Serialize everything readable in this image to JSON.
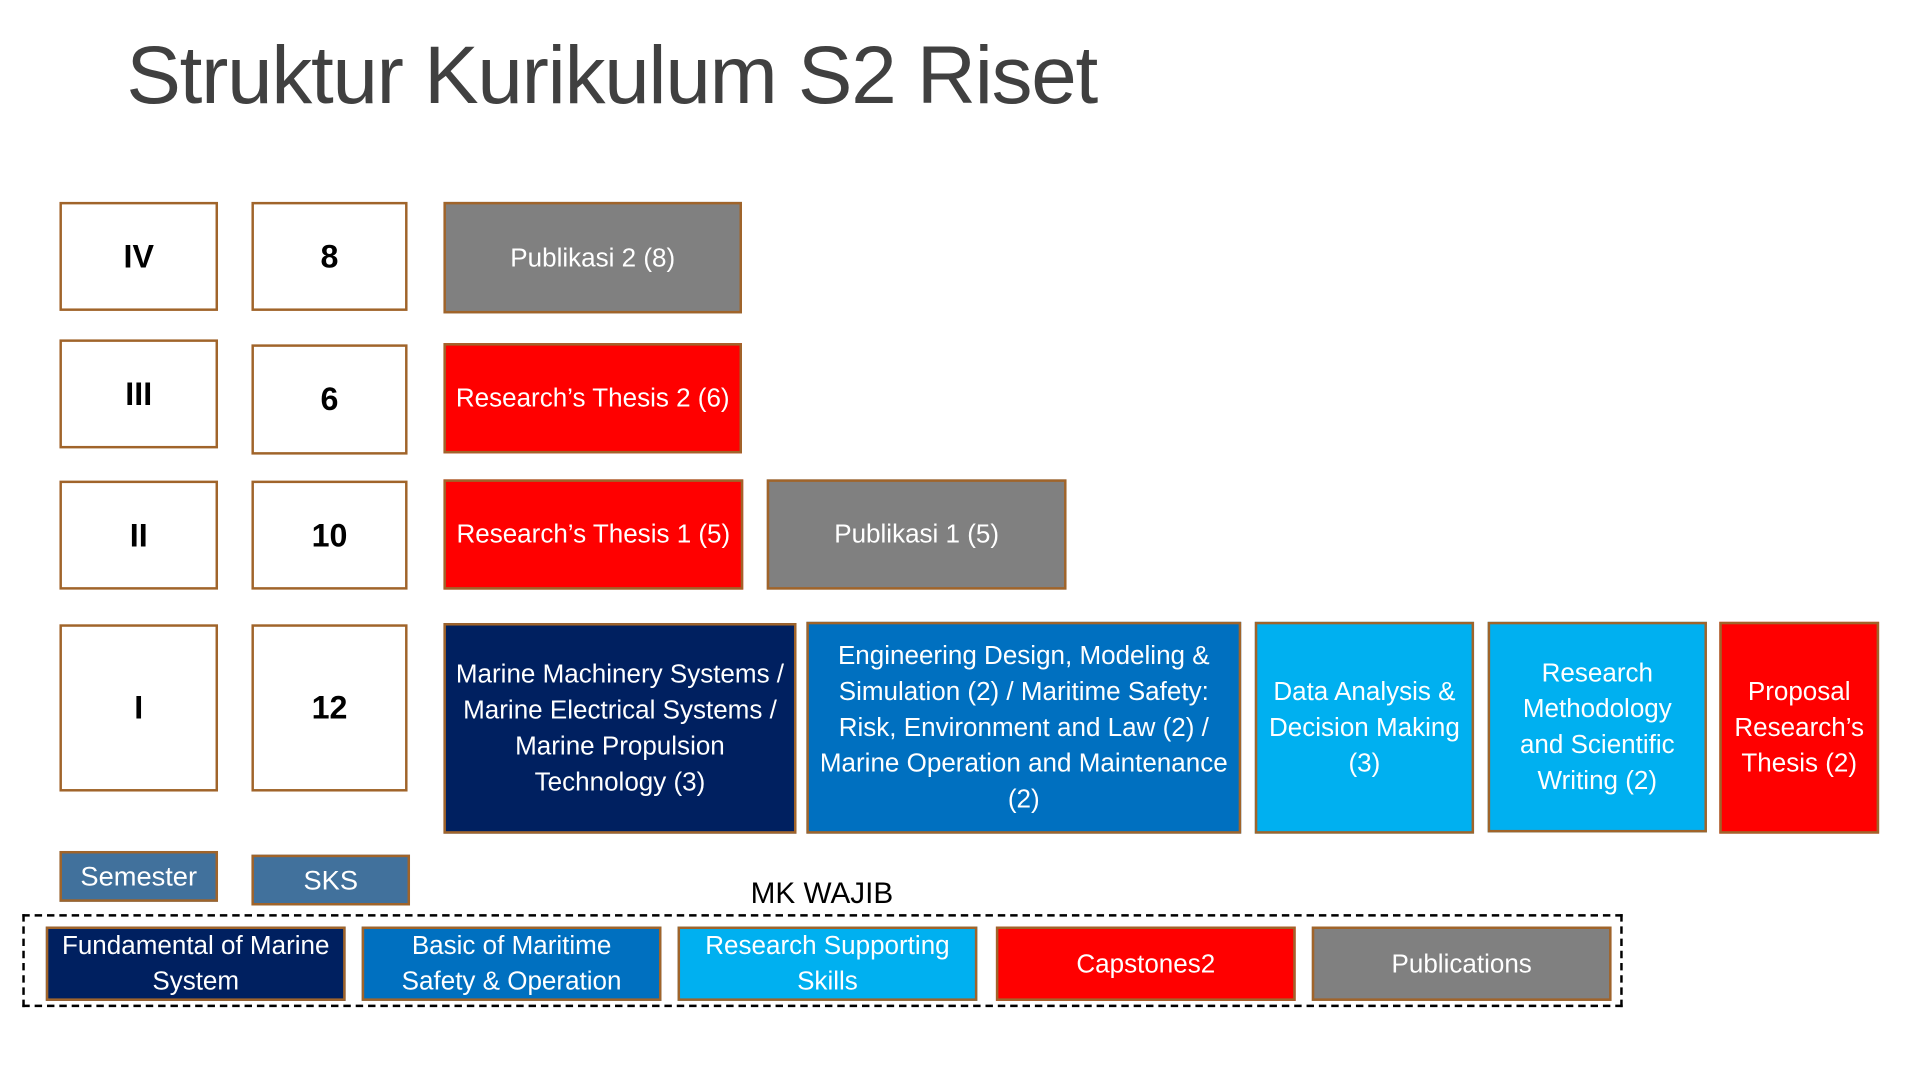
{
  "title": "Struktur Kurikulum S2 Riset",
  "semesters": [
    {
      "semester": "IV",
      "sks": "8",
      "courses": [
        "Publikasi 2 (8)"
      ]
    },
    {
      "semester": "III",
      "sks": "6",
      "courses": [
        "Research’s Thesis 2 (6)"
      ]
    },
    {
      "semester": "II",
      "sks": "10",
      "courses": [
        "Research’s Thesis 1 (5)",
        "Publikasi 1 (5)"
      ]
    },
    {
      "semester": "I",
      "sks": "12",
      "courses": [
        "Marine Machinery Systems / Marine Electrical Systems / Marine Propulsion Technology (3)",
        "Engineering Design, Modeling & Simulation (2) / Maritime Safety: Risk, Environment and Law (2) / Marine Operation and Maintenance (2)",
        "Data Analysis & Decision Making  (3)",
        "Research Methodology and Scientific Writing (2)",
        "Proposal Research’s Thesis (2)"
      ]
    }
  ],
  "headers": {
    "semester": "Semester",
    "sks": "SKS"
  },
  "legend": {
    "title": "MK WAJIB",
    "items": [
      "Fundamental of Marine System",
      "Basic of Maritime Safety & Operation",
      "Research Supporting Skills",
      "Capstones2",
      "Publications"
    ]
  },
  "colors": {
    "fundamental": "#002060",
    "maritime": "#0070C0",
    "supporting": "#00B0F0",
    "capstone": "#FF0000",
    "publications": "#808080",
    "border": "#A0642A"
  }
}
